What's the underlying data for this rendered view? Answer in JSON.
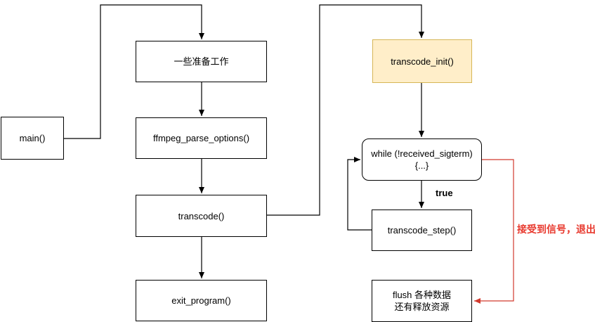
{
  "diagram": {
    "type": "flowchart",
    "nodes": {
      "main": {
        "label": "main()"
      },
      "prep": {
        "label": "一些准备工作"
      },
      "parse_options": {
        "label": "ffmpeg_parse_options()"
      },
      "transcode": {
        "label": "transcode()"
      },
      "exit_program": {
        "label": "exit_program()"
      },
      "transcode_init": {
        "label": "transcode_init()"
      },
      "while_loop": {
        "label_line1": "while (!received_sigterm)",
        "label_line2": "{...}"
      },
      "transcode_step": {
        "label": "transcode_step()"
      },
      "flush": {
        "label_line1": "flush 各种数据",
        "label_line2": "还有释放资源"
      }
    },
    "edge_labels": {
      "true_label": "true",
      "signal_exit_label": "接受到信号，退出"
    },
    "colors": {
      "node_fill": "#ffffff",
      "node_border": "#000000",
      "highlight_fill": "#ffeec9",
      "highlight_border": "#d6b656",
      "edge_color": "#000000",
      "signal_edge_color": "#d23a2e",
      "signal_text_color": "#e8392e"
    }
  }
}
